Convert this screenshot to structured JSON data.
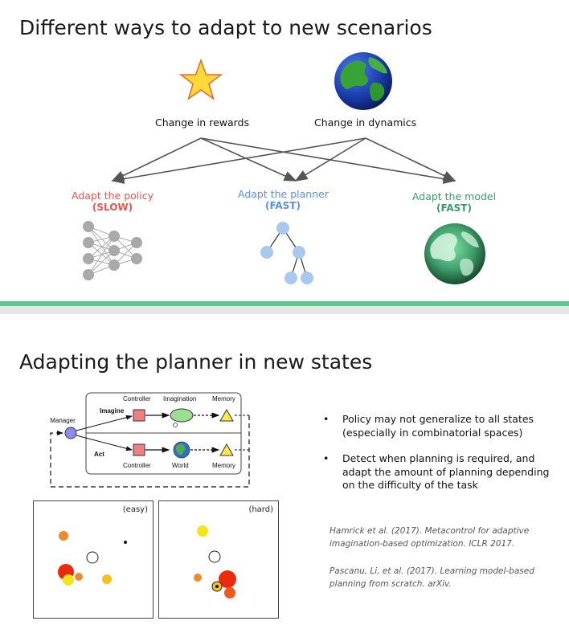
{
  "top": {
    "title": "Different ways to adapt to new scenarios",
    "sources": [
      {
        "label": "Change in rewards",
        "icon": "star-icon"
      },
      {
        "label": "Change in dynamics",
        "icon": "globe-icon"
      }
    ],
    "targets": [
      {
        "label": "Adapt the policy",
        "speed": "(SLOW)",
        "color": "#e8554e",
        "icon": "neural-network-icon"
      },
      {
        "label": "Adapt the planner",
        "speed": "(FAST)",
        "color": "#5b8fd6",
        "icon": "tree-icon"
      },
      {
        "label": "Adapt the model",
        "speed": "(FAST)",
        "color": "#3d9a6c",
        "icon": "green-globe-icon"
      }
    ]
  },
  "divider_color": "#5cc98c",
  "bottom": {
    "title": "Adapting the planner in new states",
    "diagram": {
      "manager": "Manager",
      "imagine": "Imagine",
      "act": "Act",
      "controller": "Controller",
      "imagination": "Imagination",
      "memory": "Memory",
      "world": "World"
    },
    "panels": [
      {
        "label": "(easy)"
      },
      {
        "label": "(hard)"
      }
    ],
    "bullets": [
      "Policy may not generalize to all states (especially in combinatorial spaces)",
      "Detect when planning is required, and adapt the amount of planning depending on the difficulty of the task"
    ],
    "references": [
      "Hamrick et al. (2017). Metacontrol for adaptive imagination-based optimization. ICLR 2017.",
      "Pascanu, Li, et al. (2017). Learning model-based planning from scratch. arXiv."
    ]
  }
}
